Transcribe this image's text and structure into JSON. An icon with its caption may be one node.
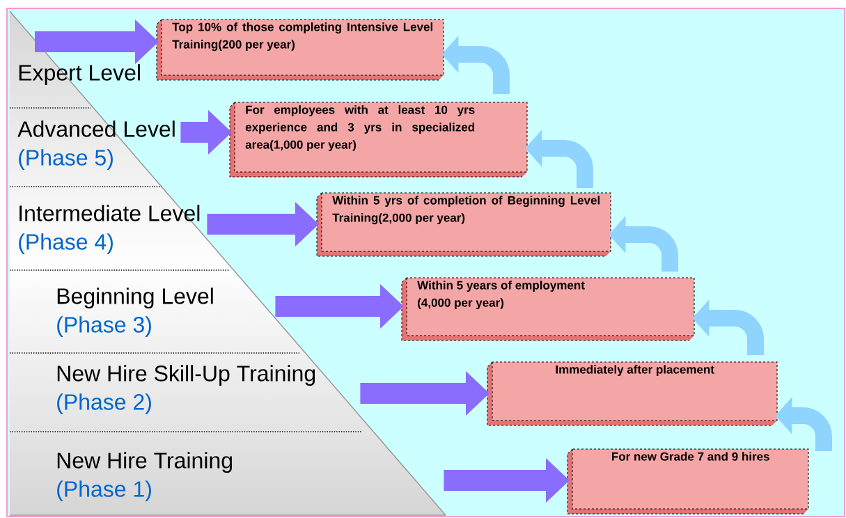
{
  "diagram": {
    "nodes": [
      {
        "text": [
          "Expert Level"
        ]
      },
      {
        "text": [
          "Advanced Level",
          "(Phase 5)"
        ]
      },
      {
        "text": [
          "Intermediate Level",
          "(Phase 4)"
        ]
      },
      {
        "text": [
          "Beginning Level",
          "(Phase 3)"
        ]
      },
      {
        "text": [
          "New Hire Skill-Up Training",
          "(Phase 2)"
        ]
      },
      {
        "text": [
          "New Hire Training",
          "(Phase 1)"
        ]
      },
      {
        "text": [
          "Top 10% of those completing Intensive Level Training(200 per year)"
        ]
      },
      {
        "text": [
          "For employees with at least 10 yrs experience and 3 yrs in specialized area(1,000 per year)"
        ]
      },
      {
        "text": [
          "Within 5 yrs of completion of Beginning Level Training(2,000 per year)"
        ]
      },
      {
        "text": [
          "Within 5 years of employment (4,000 per year)"
        ]
      },
      {
        "text": [
          "Immediately after placement"
        ]
      },
      {
        "text": [
          "For new Grade 7 and 9 hires"
        ]
      }
    ],
    "edges": [
      {
        "from": 0,
        "to": 6,
        "arrow": "to"
      },
      {
        "from": 1,
        "to": 7,
        "arrow": "to"
      },
      {
        "from": 2,
        "to": 8,
        "arrow": "to"
      },
      {
        "from": 3,
        "to": 9,
        "arrow": "to"
      },
      {
        "from": 4,
        "to": 10,
        "arrow": "to"
      },
      {
        "from": 5,
        "to": 11,
        "arrow": "to"
      },
      {
        "from": null,
        "to": 6,
        "arrow": "to",
        "color": "#8fd3ff"
      },
      {
        "from": null,
        "to": 7,
        "arrow": "to",
        "color": "#8fd3ff"
      },
      {
        "from": null,
        "to": 8,
        "arrow": "to",
        "color": "#8fd3ff"
      },
      {
        "from": null,
        "to": 9,
        "arrow": "to",
        "color": "#8fd3ff"
      },
      {
        "from": null,
        "to": 10,
        "arrow": "to",
        "color": "#8fd3ff"
      }
    ]
  }
}
